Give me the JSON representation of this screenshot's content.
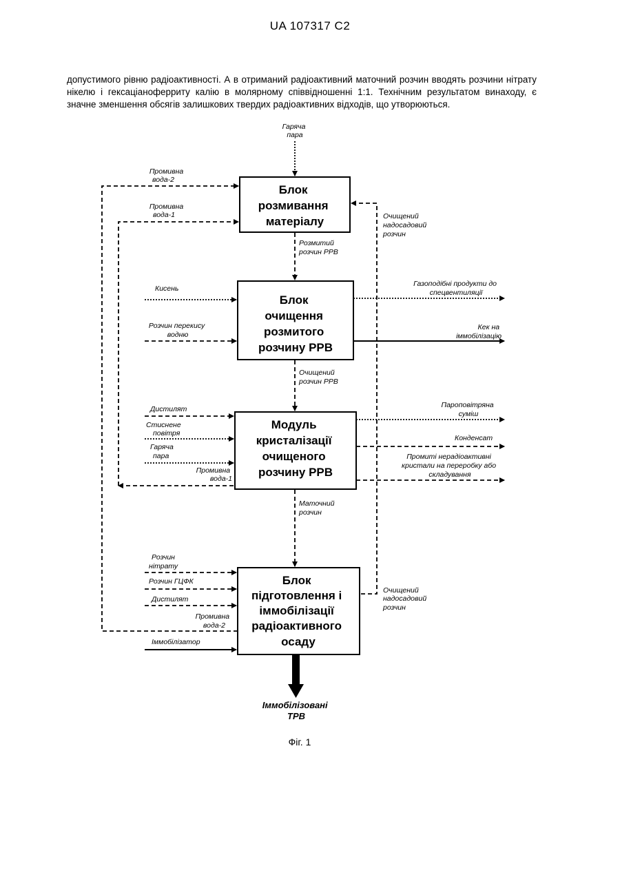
{
  "header": "UA   107317   C2",
  "paragraph": "допустимого рівню радіоактивності. А в отриманий радіоактивний маточний розчин вводять розчини нітрату нікелю і гексаціаноферриту калію в молярному співвідношенні 1:1. Технічним результатом винаходу, є значне зменшення обсягів залишкових твердих радіоактивних відходів, що утворюються.",
  "diagram": {
    "boxes": {
      "b1": [
        "Блок",
        "розмивання",
        "матеріалу"
      ],
      "b2": [
        "Блок",
        "очищення",
        "розмитого",
        "розчину РРВ"
      ],
      "b3": [
        "Модуль",
        "кристалізації",
        "очищеного",
        "розчину РРВ"
      ],
      "b4": [
        "Блок",
        "підготовлення і",
        "іммобілізації",
        "радіоактивного",
        "осаду"
      ]
    },
    "labels": {
      "hot_steam_top": [
        "Гаряча",
        "пара"
      ],
      "wash_water_2_top": [
        "Промивна",
        "вода-2"
      ],
      "wash_water_1_top": [
        "Промивна",
        "вода-1"
      ],
      "clarified_supernatant_top": [
        "Очищений",
        "надосадовий",
        "розчин"
      ],
      "eroded_solution": [
        "Розмитий",
        "розчин РРВ"
      ],
      "oxygen": "Кисень",
      "peroxide": [
        "Розчин перекису",
        "водню"
      ],
      "gaseous_products": [
        "Газоподібні продукти до",
        "спецвентиляції"
      ],
      "cake": [
        "Кек на",
        "іммобілізацію"
      ],
      "cleaned_solution": [
        "Очищений",
        "розчин РРВ"
      ],
      "distillate_1": "Дистилят",
      "compressed_air": [
        "Стиснене",
        "повітря"
      ],
      "hot_steam_mid": [
        "Гаряча",
        "пара"
      ],
      "wash_water_1_mid": [
        "Промивна",
        "вода-1"
      ],
      "steam_air_mix": [
        "Пароповітряна",
        "суміш"
      ],
      "condensate": "Конденсат",
      "washed_crystals": [
        "Промиті нерадіоактивні",
        "кристали на переробку або",
        "складування"
      ],
      "mother_liquor": [
        "Маточний",
        "розчин"
      ],
      "nitrate_solution": [
        "Розчин",
        "нітрату"
      ],
      "hcfk_solution": "Розчин ГЦФК",
      "distillate_2": "Дистилят",
      "wash_water_2_bottom": [
        "Промивна",
        "вода-2"
      ],
      "immobilizer": "Іммобілізатор",
      "clarified_supernatant_bottom": [
        "Очищений",
        "надосадовий",
        "розчин"
      ]
    },
    "output": [
      "Іммобілізовані",
      "ТРВ"
    ]
  },
  "figure_caption": "Фіг. 1"
}
